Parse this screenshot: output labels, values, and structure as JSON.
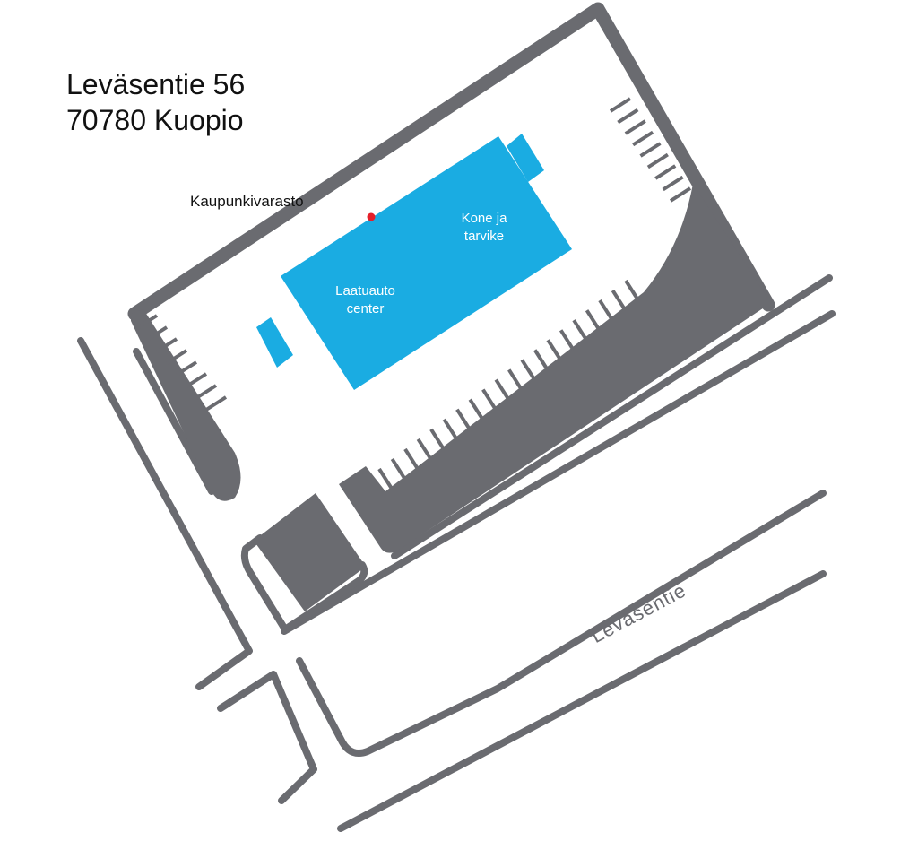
{
  "address": {
    "street": "Leväsentie 56",
    "postal": "70780 Kuopio"
  },
  "locations": [
    {
      "name": "Kaupunkivarasto",
      "marker": "red-dot"
    },
    {
      "name_line1": "Kone ja",
      "name_line2": "tarvike"
    },
    {
      "name_line1": "Laatuauto",
      "name_line2": "center"
    }
  ],
  "road_label": "Leväsentie",
  "colors": {
    "building": "#1aace2",
    "lot": "#6a6b70",
    "marker": "#e5202a"
  }
}
